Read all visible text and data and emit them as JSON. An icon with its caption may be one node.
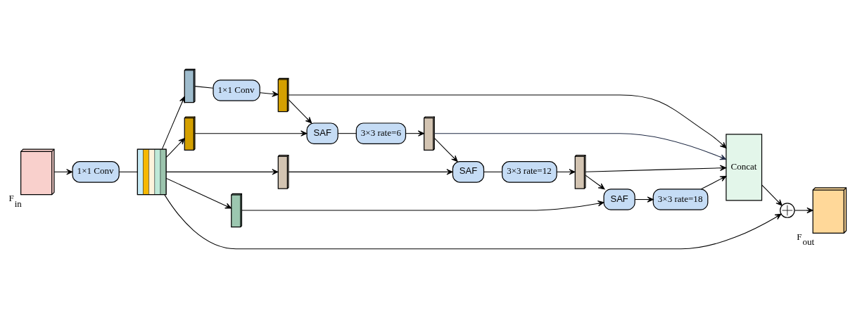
{
  "diagram": {
    "nodes": [
      {
        "text": [],
        "shape": "box",
        "beside": [
          "F$_{in}$"
        ]
      },
      {
        "text": [
          "1×1 Conv"
        ]
      },
      {
        "text": [],
        "shape": "box"
      },
      {
        "text": [],
        "shape": "box"
      },
      {
        "text": [
          "1×1 Conv"
        ]
      },
      {
        "text": [],
        "shape": "box"
      },
      {
        "text": [],
        "shape": "box"
      },
      {
        "text": [
          "SAF"
        ]
      },
      {
        "text": [
          "3×3 rate=6"
        ]
      },
      {
        "text": [],
        "shape": "box"
      },
      {
        "text": [],
        "shape": "box"
      },
      {
        "text": [
          "SAF"
        ]
      },
      {
        "text": [
          "3×3 rate=12"
        ]
      },
      {
        "text": [],
        "shape": "box"
      },
      {
        "text": [],
        "shape": "box"
      },
      {
        "text": [
          "SAF"
        ]
      },
      {
        "text": [
          "3×3 rate=18"
        ]
      },
      {
        "text": [
          "Concat"
        ]
      },
      {
        "text": [],
        "shape": "circle"
      },
      {
        "text": [],
        "shape": "box",
        "beside": [
          "F$_{out}$"
        ]
      }
    ],
    "edges": [
      {
        "from": 0,
        "to": 1,
        "arrow": "to"
      },
      {
        "from": 1,
        "to": 2,
        "arrow": "none"
      },
      {
        "from": 2,
        "to": 3,
        "arrow": "to"
      },
      {
        "from": 2,
        "to": 6,
        "arrow": "to"
      },
      {
        "from": 2,
        "to": 10,
        "arrow": "to"
      },
      {
        "from": 2,
        "to": 14,
        "arrow": "to"
      },
      {
        "from": 3,
        "to": 4,
        "arrow": "none"
      },
      {
        "from": 4,
        "to": 5,
        "arrow": "to"
      },
      {
        "from": 5,
        "to": 17,
        "arrow": "to"
      },
      {
        "from": 5,
        "to": 7,
        "arrow": "to"
      },
      {
        "from": 6,
        "to": 7,
        "arrow": "to"
      },
      {
        "from": 7,
        "to": 8,
        "arrow": "none"
      },
      {
        "from": 8,
        "to": 9,
        "arrow": "to"
      },
      {
        "from": 9,
        "to": 17,
        "arrow": "to",
        "color": "#1f2a44"
      },
      {
        "from": 9,
        "to": 11,
        "arrow": "to"
      },
      {
        "from": 10,
        "to": 11,
        "arrow": "to"
      },
      {
        "from": 11,
        "to": 12,
        "arrow": "none"
      },
      {
        "from": 12,
        "to": 13,
        "arrow": "to"
      },
      {
        "from": 13,
        "to": 17,
        "arrow": "to"
      },
      {
        "from": 13,
        "to": 15,
        "arrow": "to"
      },
      {
        "from": 14,
        "to": 15,
        "arrow": "to"
      },
      {
        "from": 15,
        "to": 16,
        "arrow": "to"
      },
      {
        "from": 16,
        "to": 17,
        "arrow": "to"
      },
      {
        "from": 17,
        "to": 18,
        "arrow": "to"
      },
      {
        "from": 2,
        "to": 18,
        "arrow": "to"
      },
      {
        "from": 18,
        "to": 19,
        "arrow": "to"
      }
    ]
  }
}
